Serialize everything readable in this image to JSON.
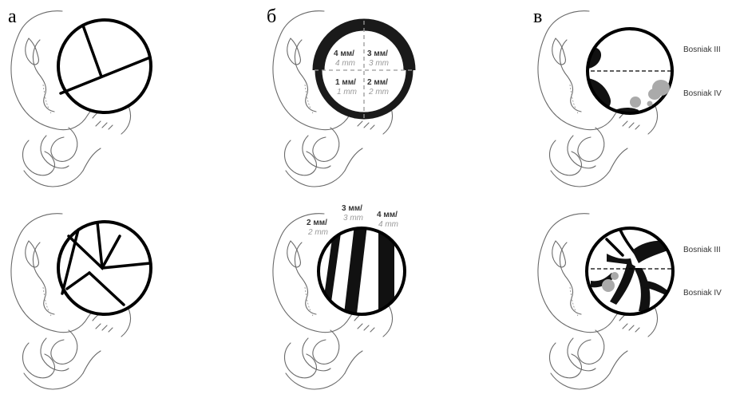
{
  "panels": {
    "a": {
      "letter": "а"
    },
    "b": {
      "letter": "б",
      "top": {
        "q1_b": "4 мм/",
        "q1_i": "4 mm",
        "q2_b": "3 мм/",
        "q2_i": "3 mm",
        "q3_b": "1 мм/",
        "q3_i": "1 mm",
        "q4_b": "2 мм/",
        "q4_i": "2 mm"
      },
      "bottom": {
        "l1_b": "2 мм/",
        "l1_i": "2 mm",
        "l2_b": "3 мм/",
        "l2_i": "3 mm",
        "l3_b": "4 мм/",
        "l3_i": "4 mm"
      }
    },
    "c": {
      "letter": "в",
      "top": {
        "upper": "Bosniak III",
        "lower": "Bosniak IV"
      },
      "bottom": {
        "upper": "Bosniak III",
        "lower": "Bosniak IV"
      }
    }
  }
}
